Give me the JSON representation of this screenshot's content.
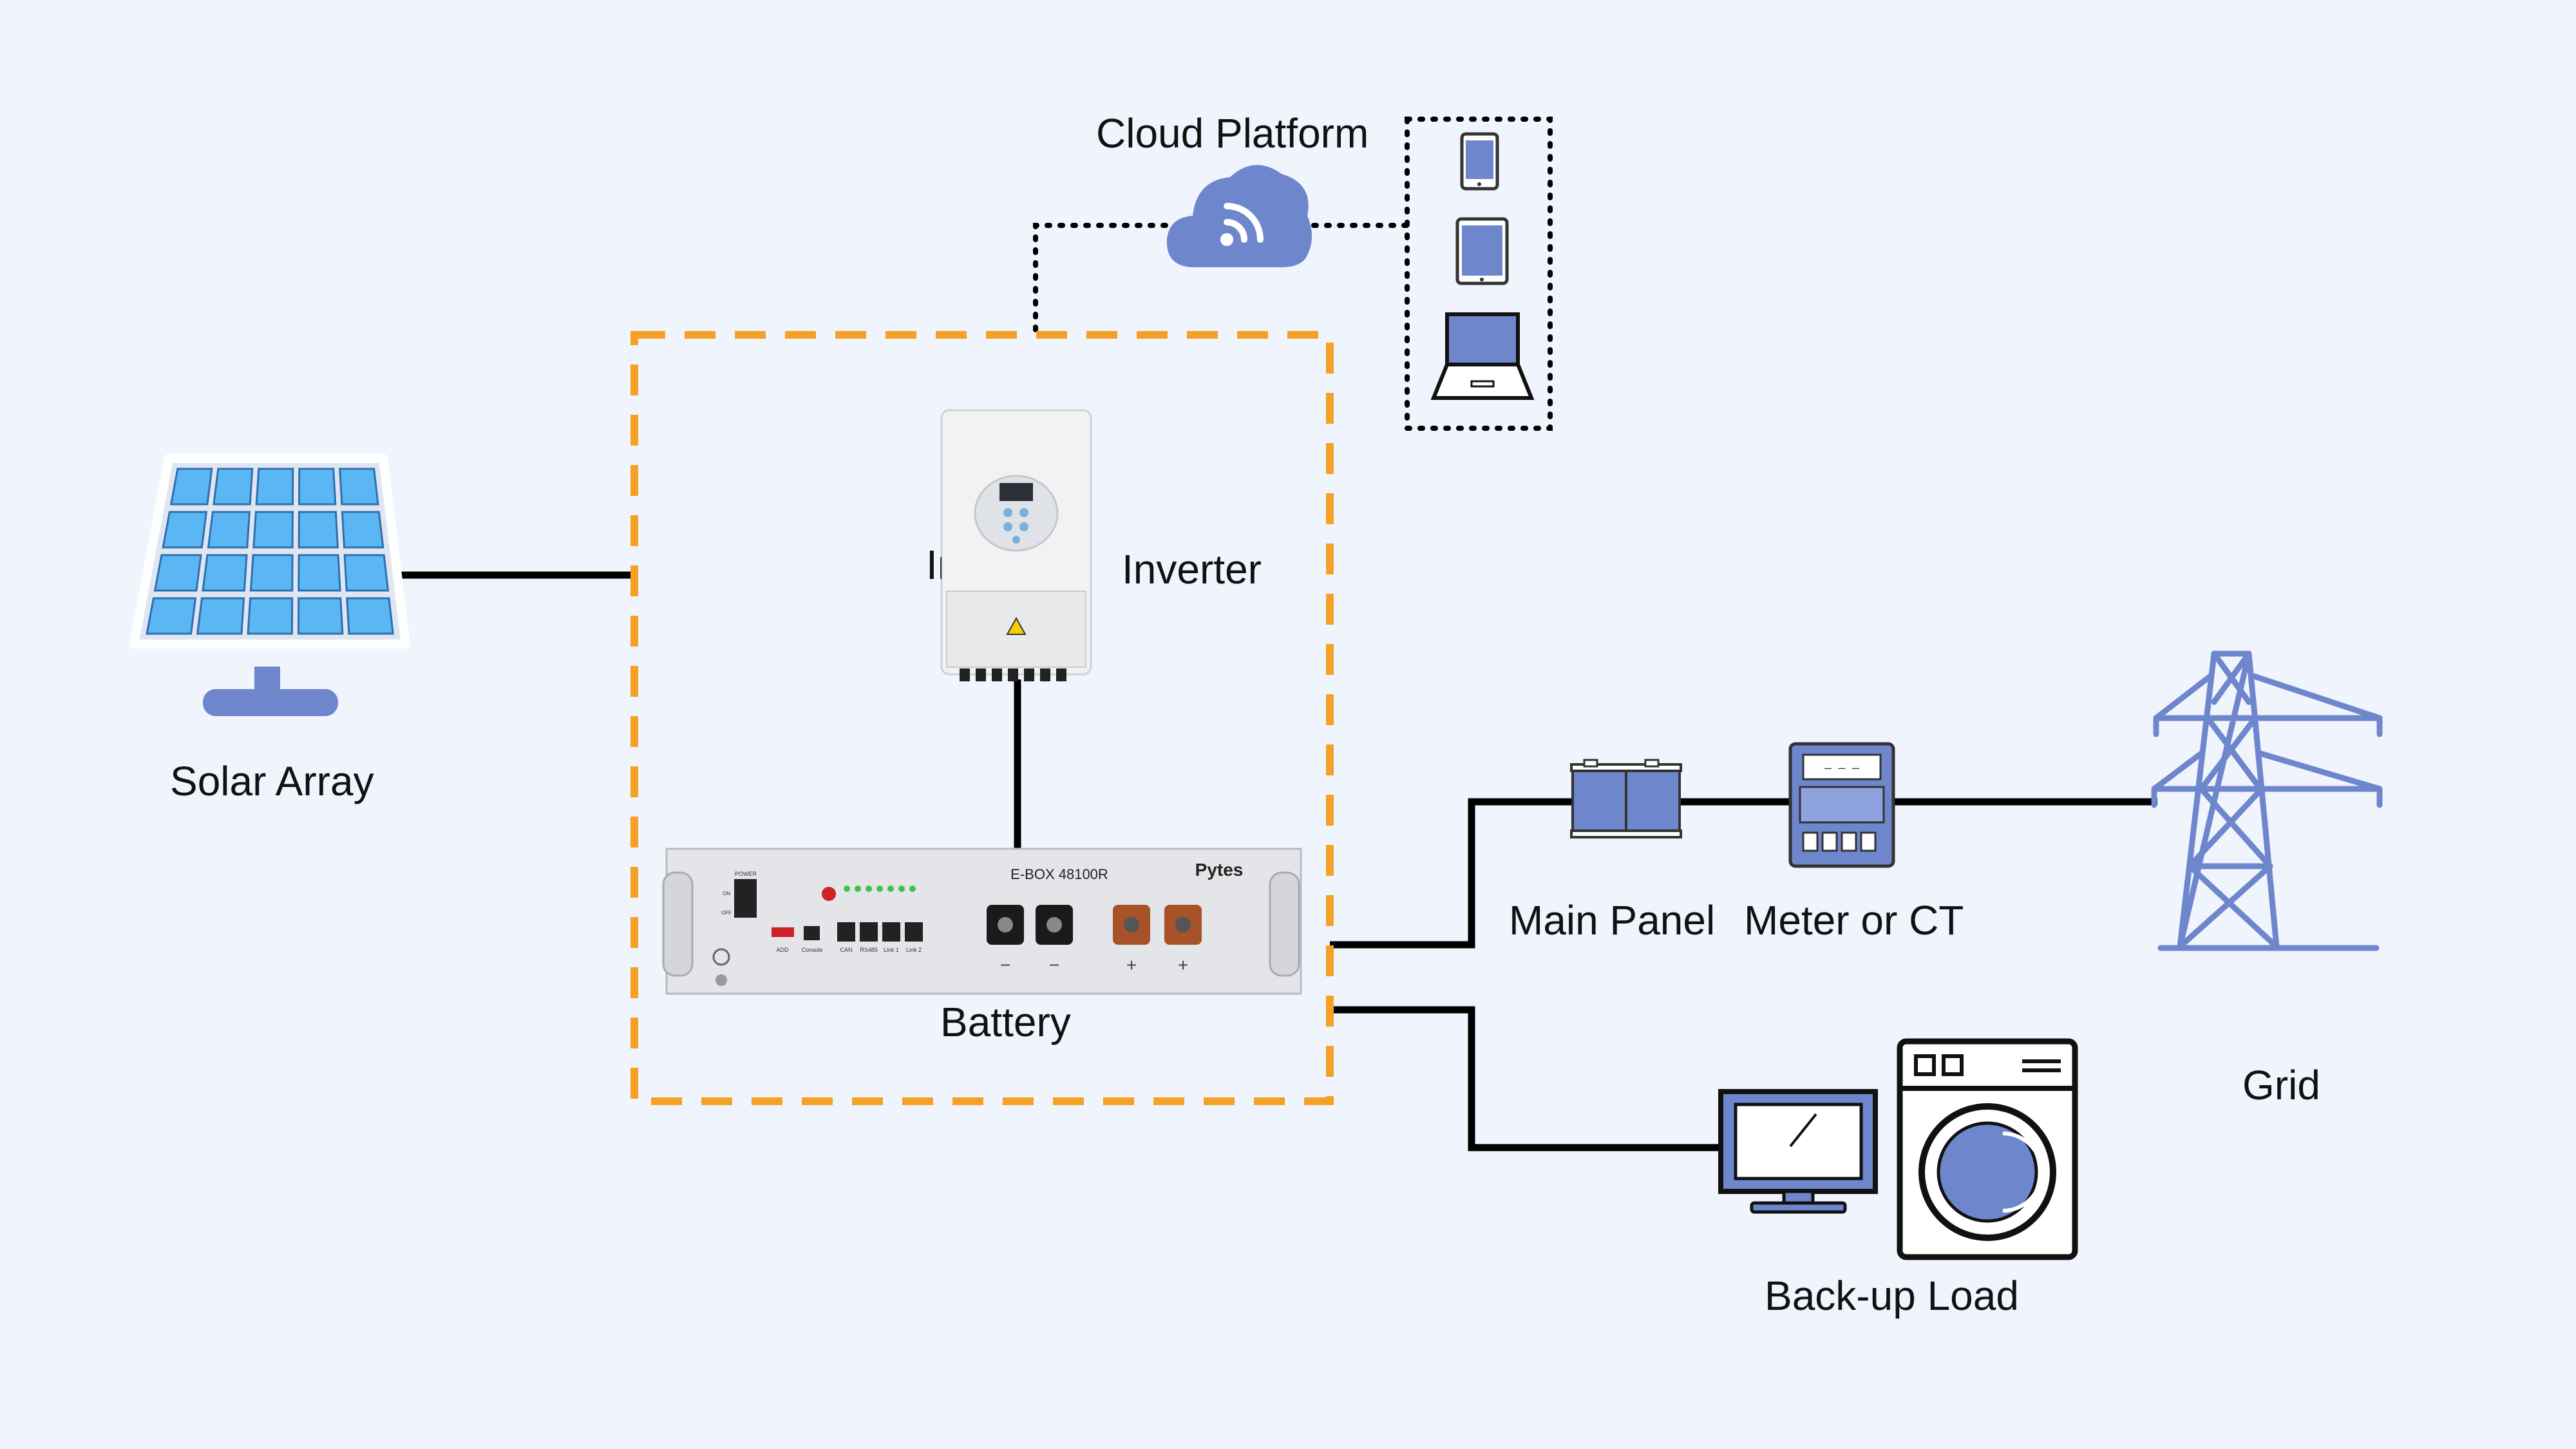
{
  "labels": {
    "cloud_platform": "Cloud Platform",
    "inverter": "Inverter",
    "inverter_partial": "In",
    "solar_array": "Solar Array",
    "battery": "Battery",
    "main_panel": "Main Panel",
    "meter": "Meter or CT",
    "grid": "Grid",
    "backup_load": "Back-up Load"
  },
  "battery_unit": {
    "model": "E-BOX 48100R",
    "brand": "Pytes",
    "switch_label": "POWER",
    "switch_on": "ON",
    "switch_off": "OFF",
    "dip_label": "ADD",
    "console_label": "Console",
    "port_labels": [
      "CAN",
      "RS485",
      "Link 1",
      "Link 2"
    ],
    "terminal_signs": [
      "−",
      "−",
      "+",
      "+"
    ]
  },
  "meter_display": "— — —",
  "colors": {
    "background": "#f0f4fc",
    "boundary": "#f5a126",
    "device_blue": "#6e86cc",
    "solar_cell": "#5ab7f3",
    "wire": "#000000"
  },
  "icons": [
    "solar-panel-icon",
    "cloud-wifi-icon",
    "phone-icon",
    "tablet-icon",
    "laptop-icon",
    "main-panel-icon",
    "meter-icon",
    "transmission-tower-icon",
    "monitor-icon",
    "washing-machine-icon"
  ]
}
